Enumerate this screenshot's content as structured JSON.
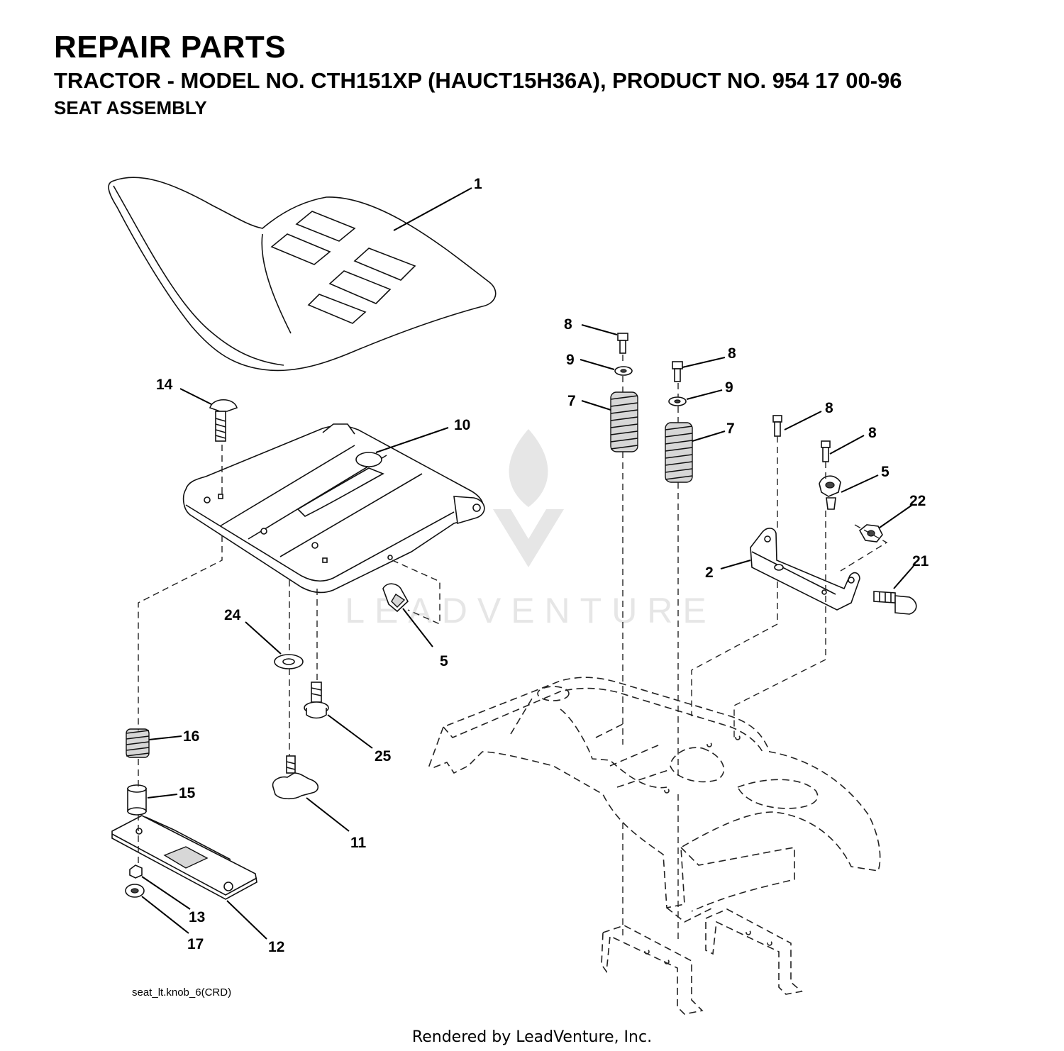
{
  "header": {
    "title": "REPAIR PARTS",
    "subtitle": "TRACTOR - MODEL NO. CTH151XP (HAUCT15H36A), PRODUCT NO. 954 17 00-96",
    "section": "SEAT ASSEMBLY"
  },
  "callouts": [
    {
      "id": "c1",
      "label": "1"
    },
    {
      "id": "c14",
      "label": "14"
    },
    {
      "id": "c10",
      "label": "10"
    },
    {
      "id": "c24",
      "label": "24"
    },
    {
      "id": "c5a",
      "label": "5"
    },
    {
      "id": "c16",
      "label": "16"
    },
    {
      "id": "c25",
      "label": "25"
    },
    {
      "id": "c15",
      "label": "15"
    },
    {
      "id": "c11",
      "label": "11"
    },
    {
      "id": "c13",
      "label": "13"
    },
    {
      "id": "c17",
      "label": "17"
    },
    {
      "id": "c12",
      "label": "12"
    },
    {
      "id": "c8a",
      "label": "8"
    },
    {
      "id": "c9a",
      "label": "9"
    },
    {
      "id": "c7a",
      "label": "7"
    },
    {
      "id": "c8b",
      "label": "8"
    },
    {
      "id": "c9b",
      "label": "9"
    },
    {
      "id": "c7b",
      "label": "7"
    },
    {
      "id": "c8c",
      "label": "8"
    },
    {
      "id": "c8d",
      "label": "8"
    },
    {
      "id": "c5b",
      "label": "5"
    },
    {
      "id": "c22",
      "label": "22"
    },
    {
      "id": "c2",
      "label": "2"
    },
    {
      "id": "c21",
      "label": "21"
    }
  ],
  "drawing_id": "seat_lt.knob_6(CRD)",
  "watermark": "LEADVENTURE",
  "footer": "Rendered by LeadVenture, Inc."
}
